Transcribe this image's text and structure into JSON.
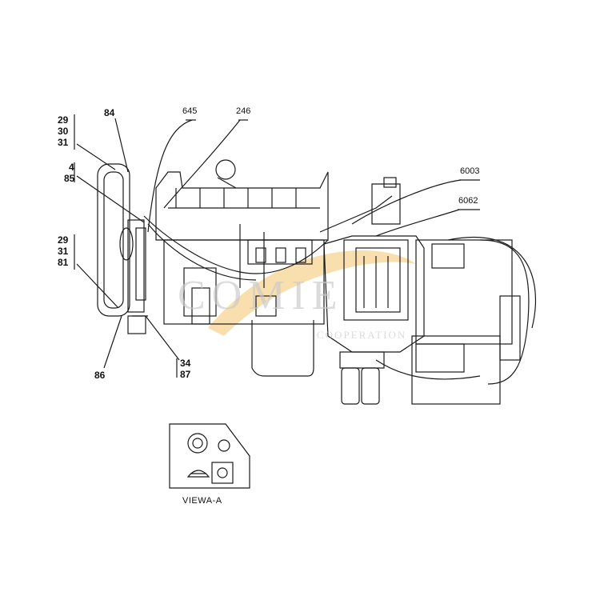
{
  "callouts": {
    "top_left_group_1": [
      "29",
      "30",
      "31"
    ],
    "top_84": "84",
    "mid_left_group_2": [
      "4",
      "85"
    ],
    "mid_left_group_3": [
      "29",
      "31",
      "81"
    ],
    "bottom_86": "86",
    "bottom_group": [
      "34",
      "87"
    ]
  },
  "leader_labels": {
    "l645": "645",
    "l246": "246",
    "l6003": "6003",
    "l6062": "6062"
  },
  "view": {
    "caption": "VIEWA-A"
  },
  "watermark": {
    "brand": "COMIE",
    "sub": "COOPERATION"
  },
  "colors": {
    "line": "#1a1a1a",
    "watermark_swoosh": "#f2c46a"
  },
  "icons": [
    "fan-icon",
    "engine-block-icon",
    "radiator-icon",
    "fuel-filter-icon",
    "gear-icon",
    "cap-icon"
  ]
}
